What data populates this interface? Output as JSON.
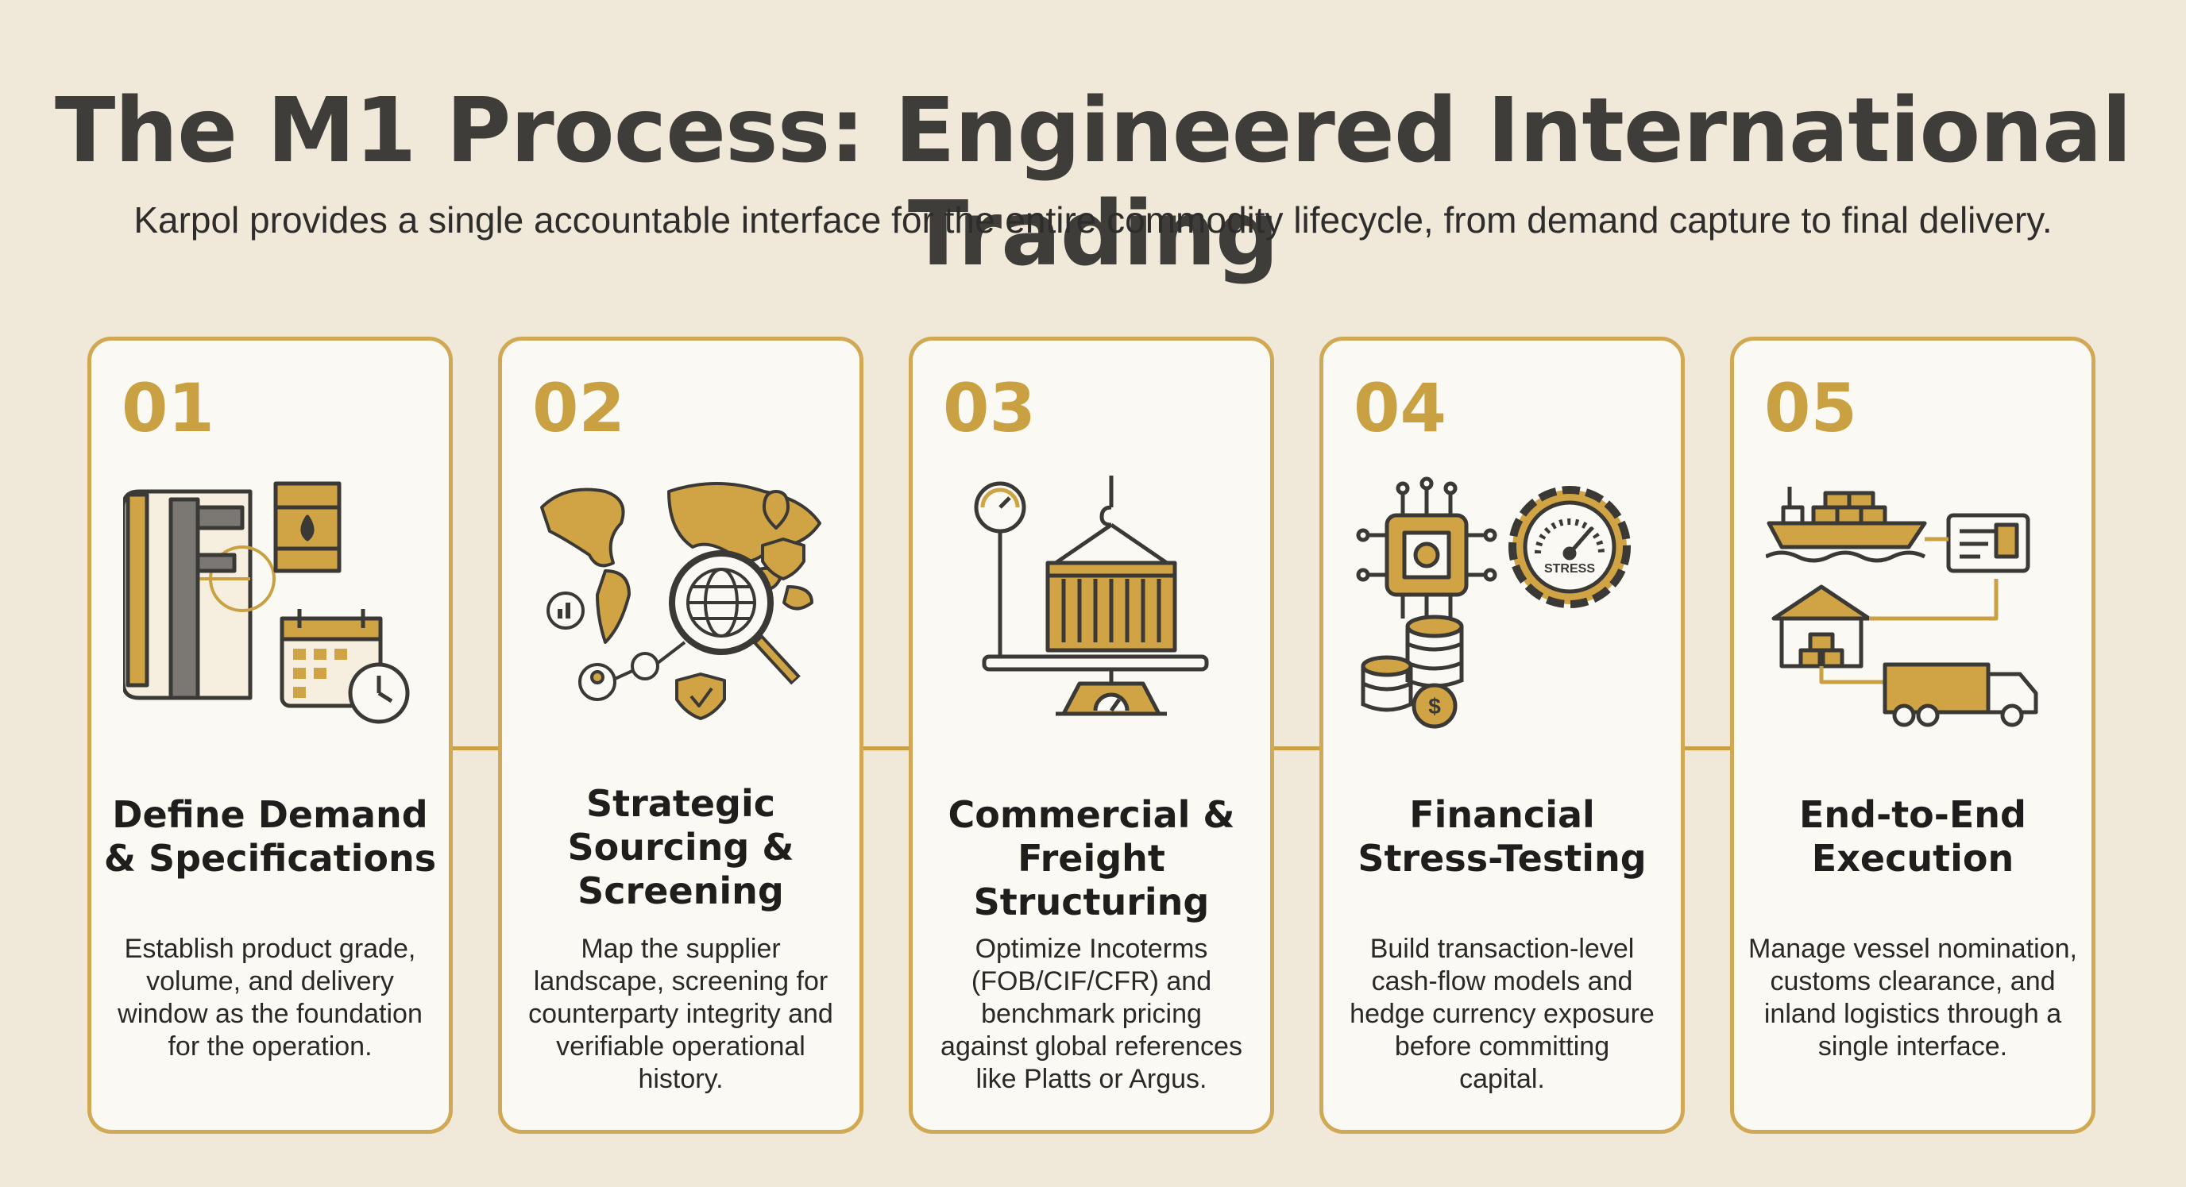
{
  "header": {
    "title": "The M1 Process: Engineered International Trading",
    "subtitle": "Karpol provides a single accountable interface for the entire commodity lifecycle, from demand capture to final delivery."
  },
  "colors": {
    "accent": "#c9a042",
    "border": "#d1a954",
    "background": "#f0e8d8",
    "card": "#fbf9f4",
    "text": "#1f1e1d"
  },
  "steps": [
    {
      "number": "01",
      "title_lines": [
        "Define Demand",
        "& Specifications"
      ],
      "description_lines": [
        "Establish product grade,",
        "volume, and delivery",
        "window as the foundation",
        "for the operation."
      ],
      "icon": "blueprint-caliper-barrel-calendar-icon"
    },
    {
      "number": "02",
      "title_lines": [
        "Strategic",
        "Sourcing &",
        "Screening"
      ],
      "description_lines": [
        "Map the supplier",
        "landscape, screening for",
        "counterparty integrity and",
        "verifiable operational",
        "history."
      ],
      "icon": "world-map-magnifier-shield-icon"
    },
    {
      "number": "03",
      "title_lines": [
        "Commercial &",
        "Freight Structuring"
      ],
      "description_lines": [
        "Optimize Incoterms",
        "(FOB/CIF/CFR) and",
        "benchmark pricing",
        "against global references",
        "like Platts or Argus."
      ],
      "icon": "container-scale-icon"
    },
    {
      "number": "04",
      "title_lines": [
        "Financial",
        "Stress-Testing"
      ],
      "description_lines": [
        "Build transaction-level",
        "cash-flow models and",
        "hedge currency exposure",
        "before committing",
        "capital."
      ],
      "icon": "chip-gauge-coins-icon",
      "gauge_label": "STRESS"
    },
    {
      "number": "05",
      "title_lines": [
        "End-to-End",
        "Execution"
      ],
      "description_lines": [
        "Manage vessel nomination,",
        "customs clearance, and",
        "inland logistics through a",
        "single interface."
      ],
      "icon": "ship-warehouse-truck-icon"
    }
  ]
}
